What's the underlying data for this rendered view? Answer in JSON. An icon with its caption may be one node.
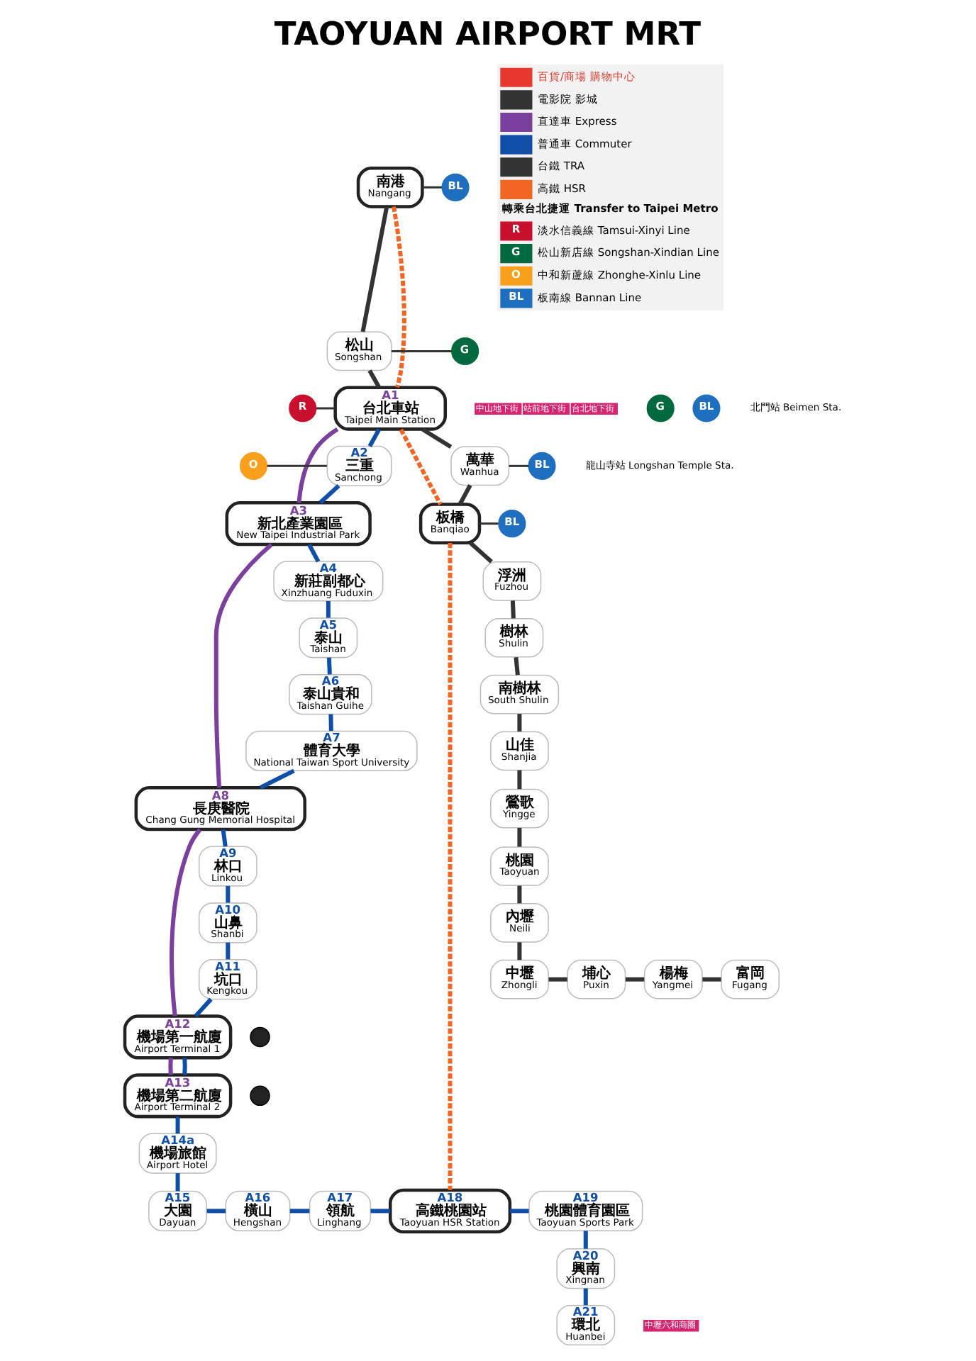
{
  "diagram": {
    "title": "TAOYUAN AIRPORT MRT",
    "nodes": [
      {
        "text": [
          "南港",
          "Nangang"
        ]
      },
      {
        "text": [
          "松山",
          "Songshan"
        ]
      },
      {
        "text": [
          "A1",
          "台北車站",
          "Taipei Main Station"
        ],
        "beside": [
          "中山地下街",
          "站前地下街",
          "台北地下街"
        ]
      },
      {
        "text": [
          "A2",
          "三重",
          "Sanchong"
        ]
      },
      {
        "text": [
          "A3",
          "新北產業園區",
          "New Taipei Industrial Park"
        ]
      },
      {
        "text": [
          "萬華",
          "Wanhua"
        ]
      },
      {
        "text": [
          "A4",
          "新莊副都心",
          "Xinzhuang Fuduxin"
        ]
      },
      {
        "text": [
          "板橋",
          "Banqiao"
        ]
      },
      {
        "text": [
          "A5",
          "泰山",
          "Taishan"
        ]
      },
      {
        "text": [
          "浮洲",
          "Fuzhou"
        ]
      },
      {
        "text": [
          "A6",
          "泰山貴和",
          "Taishan Guihe"
        ]
      },
      {
        "text": [
          "樹林",
          "Shulin"
        ]
      },
      {
        "text": [
          "A7",
          "體育大學",
          "National Taiwan Sport University"
        ]
      },
      {
        "text": [
          "南樹林",
          "South Shulin"
        ]
      },
      {
        "text": [
          "A8",
          "長庚醫院",
          "Chang Gung Memorial Hospital"
        ]
      },
      {
        "text": [
          "山佳",
          "Shanjia"
        ]
      },
      {
        "text": [
          "A9",
          "林口",
          "Linkou"
        ]
      },
      {
        "text": [
          "鶯歌",
          "Yingge"
        ]
      },
      {
        "text": [
          "A10",
          "山鼻",
          "Shanbi"
        ]
      },
      {
        "text": [
          "桃園",
          "Taoyuan"
        ]
      },
      {
        "text": [
          "內壢",
          "Neili"
        ]
      },
      {
        "text": [
          "A11",
          "坑口",
          "Kengkou"
        ]
      },
      {
        "text": [
          "A12",
          "機場第一航廈",
          "Airport Terminal 1"
        ]
      },
      {
        "text": [
          "A13",
          "機場第二航廈",
          "Airport Terminal 2"
        ]
      },
      {
        "text": [
          "中壢",
          "Zhongli"
        ]
      },
      {
        "text": [
          "埔心",
          "Puxin"
        ]
      },
      {
        "text": [
          "楊梅",
          "Yangmei"
        ]
      },
      {
        "text": [
          "富岡",
          "Fugang"
        ]
      },
      {
        "text": [
          "A14a",
          "機場旅館",
          "Airport Hotel"
        ]
      },
      {
        "text": [
          "A15",
          "大園",
          "Dayuan"
        ]
      },
      {
        "text": [
          "A18",
          "高鐵桃園站",
          "Taoyuan HSR Station"
        ]
      },
      {
        "text": [
          "A16",
          "橫山",
          "Hengshan"
        ]
      },
      {
        "text": [
          "A17",
          "領航",
          "Linghang"
        ]
      },
      {
        "text": [
          "A19",
          "桃園體育園區",
          "Taoyuan Sports Park"
        ]
      },
      {
        "text": [
          "A20",
          "興南",
          "Xingnan"
        ]
      },
      {
        "text": [
          "A21",
          "環北",
          "Huanbei"
        ],
        "beside": [
          "中壢六和商圈"
        ]
      },
      {
        "text": [
          "BL"
        ]
      },
      {
        "text": [
          "G"
        ]
      },
      {
        "text": [
          "G"
        ]
      },
      {
        "text": [
          "BL"
        ],
        "beside": [
          "北門站 Beimen Sta."
        ]
      },
      {
        "text": [
          "R"
        ]
      },
      {
        "text": [
          "O"
        ]
      },
      {
        "text": [
          "BL"
        ],
        "beside": [
          "龍山寺站 Longshan Temple Sta."
        ]
      },
      {
        "text": [
          "BL"
        ]
      }
    ],
    "edges": [
      {
        "from": 0,
        "to": 1,
        "arrow": "none",
        "color": "#333333"
      },
      {
        "from": 1,
        "to": 2,
        "arrow": "none",
        "color": "#333333"
      },
      {
        "from": 2,
        "to": 5,
        "arrow": "none",
        "color": "#333333"
      },
      {
        "from": 5,
        "to": 7,
        "arrow": "none",
        "color": "#333333"
      },
      {
        "from": 7,
        "to": 9,
        "arrow": "none",
        "color": "#333333"
      },
      {
        "from": 9,
        "to": 11,
        "arrow": "none",
        "color": "#333333"
      },
      {
        "from": 11,
        "to": 13,
        "arrow": "none",
        "color": "#333333"
      },
      {
        "from": 13,
        "to": 15,
        "arrow": "none",
        "color": "#333333"
      },
      {
        "from": 15,
        "to": 17,
        "arrow": "none",
        "color": "#333333"
      },
      {
        "from": 17,
        "to": 19,
        "arrow": "none",
        "color": "#333333"
      },
      {
        "from": 19,
        "to": 20,
        "arrow": "none",
        "color": "#333333"
      },
      {
        "from": 20,
        "to": 24,
        "arrow": "none",
        "color": "#333333"
      },
      {
        "from": 24,
        "to": 25,
        "arrow": "none",
        "color": "#333333"
      },
      {
        "from": 25,
        "to": 26,
        "arrow": "none",
        "color": "#333333"
      },
      {
        "from": 26,
        "to": 27,
        "arrow": "none",
        "color": "#333333"
      },
      {
        "from": 0,
        "to": 2,
        "arrow": "none",
        "style": "dashed",
        "color": "#f26522"
      },
      {
        "from": 2,
        "to": 7,
        "arrow": "none",
        "style": "dashed",
        "color": "#f26522"
      },
      {
        "from": 7,
        "to": 30,
        "arrow": "none",
        "style": "dashed",
        "color": "#f26522"
      },
      {
        "from": 2,
        "to": 4,
        "arrow": "none",
        "color": "#7b3f9e"
      },
      {
        "from": 4,
        "to": 14,
        "arrow": "none",
        "color": "#7b3f9e"
      },
      {
        "from": 14,
        "to": 22,
        "arrow": "none",
        "color": "#7b3f9e"
      },
      {
        "from": 22,
        "to": 23,
        "arrow": "none",
        "color": "#7b3f9e"
      },
      {
        "from": 2,
        "to": 3,
        "arrow": "none",
        "color": "#0f4fa8"
      },
      {
        "from": 3,
        "to": 4,
        "arrow": "none",
        "color": "#0f4fa8"
      },
      {
        "from": 4,
        "to": 6,
        "arrow": "none",
        "color": "#0f4fa8"
      },
      {
        "from": 6,
        "to": 8,
        "arrow": "none",
        "color": "#0f4fa8"
      },
      {
        "from": 8,
        "to": 10,
        "arrow": "none",
        "color": "#0f4fa8"
      },
      {
        "from": 10,
        "to": 12,
        "arrow": "none",
        "color": "#0f4fa8"
      },
      {
        "from": 12,
        "to": 14,
        "arrow": "none",
        "color": "#0f4fa8"
      },
      {
        "from": 14,
        "to": 16,
        "arrow": "none",
        "color": "#0f4fa8"
      },
      {
        "from": 16,
        "to": 18,
        "arrow": "none",
        "color": "#0f4fa8"
      },
      {
        "from": 18,
        "to": 21,
        "arrow": "none",
        "color": "#0f4fa8"
      },
      {
        "from": 21,
        "to": 22,
        "arrow": "none",
        "color": "#0f4fa8"
      },
      {
        "from": 22,
        "to": 23,
        "arrow": "none",
        "color": "#0f4fa8"
      },
      {
        "from": 23,
        "to": 28,
        "arrow": "none",
        "color": "#0f4fa8"
      },
      {
        "from": 28,
        "to": 29,
        "arrow": "none",
        "color": "#0f4fa8"
      },
      {
        "from": 29,
        "to": 31,
        "arrow": "none",
        "color": "#0f4fa8"
      },
      {
        "from": 31,
        "to": 32,
        "arrow": "none",
        "color": "#0f4fa8"
      },
      {
        "from": 32,
        "to": 30,
        "arrow": "none",
        "color": "#0f4fa8"
      },
      {
        "from": 30,
        "to": 33,
        "arrow": "none",
        "color": "#0f4fa8"
      },
      {
        "from": 33,
        "to": 34,
        "arrow": "none",
        "color": "#0f4fa8"
      },
      {
        "from": 34,
        "to": 35,
        "arrow": "none",
        "color": "#0f4fa8"
      },
      {
        "from": 0,
        "to": 36,
        "arrow": "none",
        "color": "#333333"
      },
      {
        "from": 1,
        "to": 37,
        "arrow": "none",
        "color": "#333333"
      },
      {
        "from": 40,
        "to": 2,
        "arrow": "none",
        "color": "#333333"
      },
      {
        "from": 41,
        "to": 3,
        "arrow": "none",
        "color": "#333333"
      },
      {
        "from": 5,
        "to": 42,
        "arrow": "none",
        "color": "#333333"
      },
      {
        "from": 7,
        "to": 43,
        "arrow": "none",
        "color": "#333333"
      }
    ],
    "labels": [
      "轉乘台北捷運 Transfer to Taipei Metro",
      "R",
      "G",
      "O",
      "BL"
    ],
    "legend": [
      {
        "text": "百貨/商場 購物中心"
      },
      {
        "text": "電影院 影城"
      },
      {
        "text": "直達車 Express",
        "color": "#7b3f9e"
      },
      {
        "text": "普通車 Commuter",
        "color": "#0f4fa8"
      },
      {
        "text": "台鐵 TRA"
      },
      {
        "text": "高鐵 HSR"
      },
      {
        "text": "淡水信義線 Tamsui-Xinyi Line",
        "color": "#c8102e"
      },
      {
        "text": "松山新店線 Songshan-Xindian Line",
        "color": "#00693e"
      },
      {
        "text": "中和新蘆線 Zhonghe-Xinlu Line",
        "color": "#f8a01c"
      },
      {
        "text": "板南線 Bannan Line",
        "color": "#1e6fbf"
      }
    ]
  }
}
